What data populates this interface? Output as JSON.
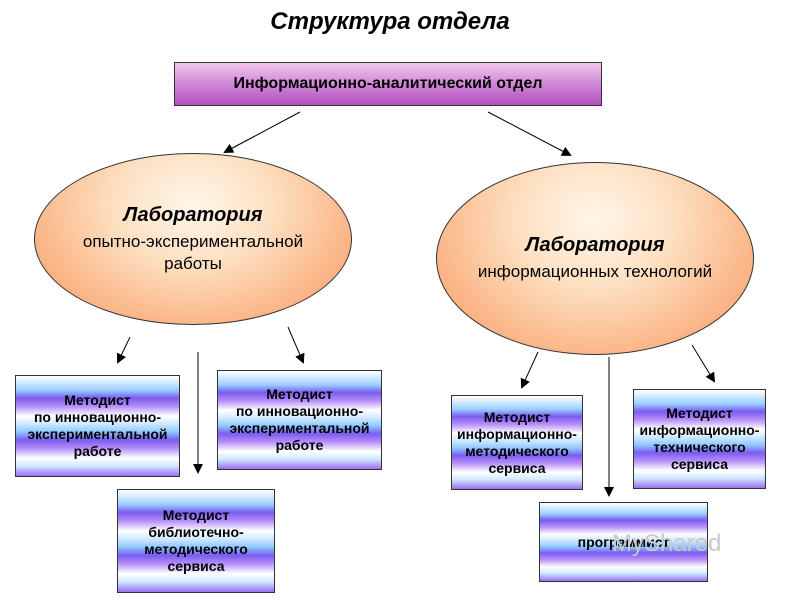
{
  "title": "Структура отдела",
  "top_box": "Информационно-аналитический отдел",
  "lab_left": {
    "heading": "Лаборатория",
    "line1": "опытно-экспериментальной",
    "line2": "работы"
  },
  "lab_right": {
    "heading": "Лаборатория",
    "line1": "информационных технологий"
  },
  "boxes": {
    "m1": [
      "Методист",
      "по инновационно-",
      "экспериментальной",
      "работе"
    ],
    "m2": [
      "Методист",
      "по инновационно-",
      "экспериментальной",
      "работе"
    ],
    "m3": [
      "Методист",
      "библиотечно-",
      "методического",
      "сервиса"
    ],
    "m4": [
      "Методист",
      "информационно-",
      "методического",
      "сервиса"
    ],
    "m5": [
      "Методист",
      "информационно-",
      "технического",
      "сервиса"
    ],
    "m6": [
      "программист"
    ]
  },
  "watermark": "MyShared"
}
